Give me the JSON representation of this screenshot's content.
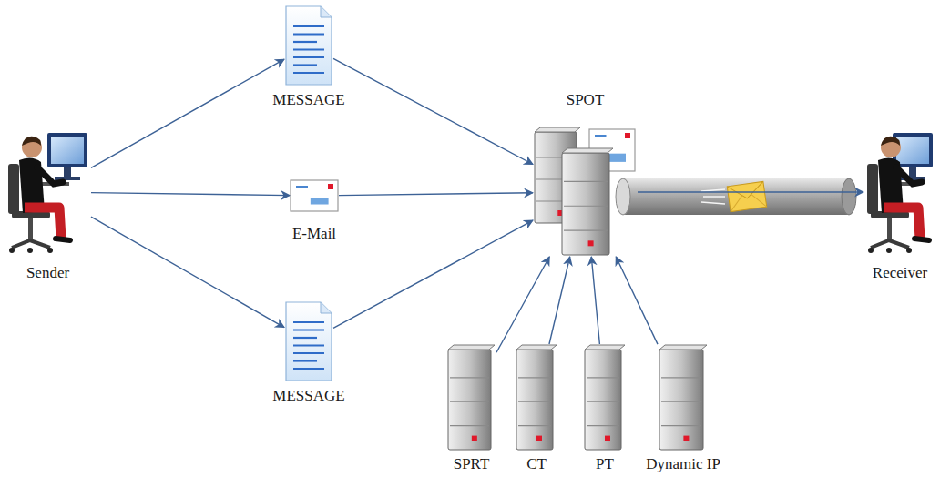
{
  "diagram": {
    "nodes": [
      {
        "text": [
          "Sender"
        ]
      },
      {
        "text": [
          "MESSAGE"
        ]
      },
      {
        "text": [
          "E-Mail"
        ]
      },
      {
        "text": [
          "MESSAGE"
        ]
      },
      {
        "text": [
          "SPOT"
        ]
      },
      {
        "text": [
          "SPRT"
        ]
      },
      {
        "text": [
          "CT"
        ]
      },
      {
        "text": [
          "PT"
        ]
      },
      {
        "text": [
          "Dynamic IP"
        ]
      },
      {
        "text": [
          "Receiver"
        ]
      }
    ],
    "edges": [
      {
        "from": 0,
        "to": 1,
        "arrow": "to"
      },
      {
        "from": 0,
        "to": 2,
        "arrow": "to"
      },
      {
        "from": 0,
        "to": 3,
        "arrow": "to"
      },
      {
        "from": 1,
        "to": 4,
        "arrow": "to"
      },
      {
        "from": 2,
        "to": 4,
        "arrow": "to"
      },
      {
        "from": 3,
        "to": 4,
        "arrow": "to"
      },
      {
        "from": 5,
        "to": 4,
        "arrow": "to"
      },
      {
        "from": 6,
        "to": 4,
        "arrow": "to"
      },
      {
        "from": 7,
        "to": 4,
        "arrow": "to"
      },
      {
        "from": 8,
        "to": 4,
        "arrow": "to"
      },
      {
        "from": 4,
        "to": 9,
        "arrow": "to"
      }
    ]
  }
}
